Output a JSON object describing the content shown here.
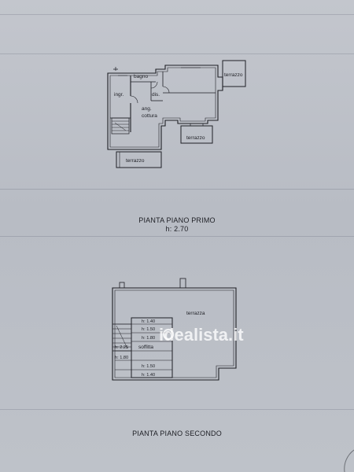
{
  "plan_first": {
    "rooms": {
      "bagno": "bagno",
      "ingr": "ingr.",
      "dis": "dis.",
      "ang": "ang.",
      "cottura": "cottura",
      "terrazzo_right": "terrazzo",
      "terrazzo_mid": "terrazzo",
      "terrazzo_bottom": "terrazzo"
    },
    "caption_title": "PIANTA PIANO PRIMO",
    "caption_height": "h: 2.70"
  },
  "plan_second": {
    "terrazza": "terrazza",
    "soffitta": "soffitta",
    "heights": {
      "h140_top": "h: 1.40",
      "h150_top": "h: 1.50",
      "h180_top": "h: 1.80",
      "h225": "h: 2.25",
      "h180_left": "h: 1.80",
      "h150_bottom": "h: 1.50",
      "h140_bottom": "h: 1.40"
    },
    "caption_title": "PIANTA PIANO SECONDO"
  },
  "watermark": "idealista.it",
  "colors": {
    "paper": "#bfc2c9",
    "ink": "#1e1f25",
    "watermark": "#ffffff"
  }
}
